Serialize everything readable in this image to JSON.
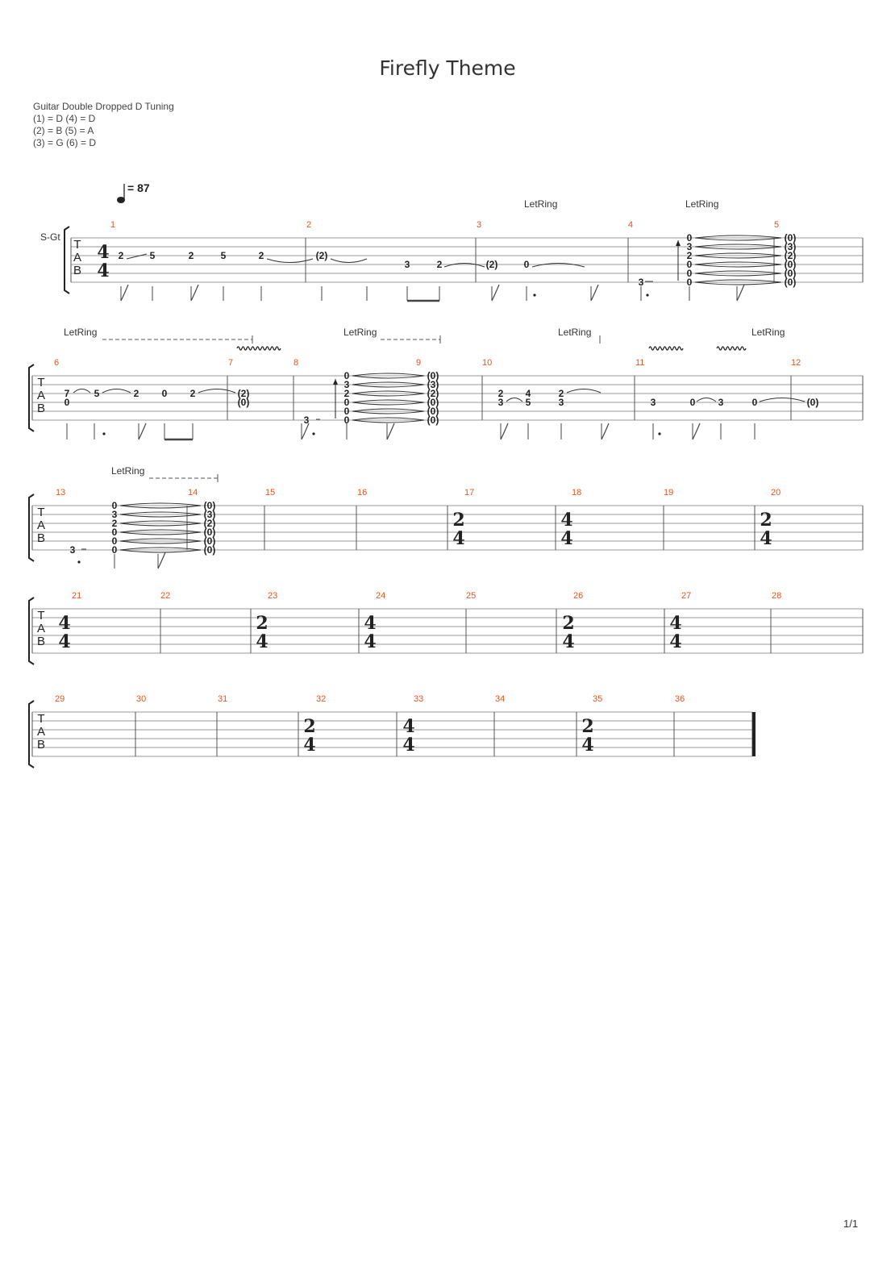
{
  "title": "Firefly Theme",
  "tuning": {
    "heading": "Guitar Double Dropped D Tuning",
    "lines": [
      "(1) = D (4) = D",
      "(2) = B (5) = A",
      "(3) = G (6) = D"
    ]
  },
  "tempo": "= 87",
  "instrument": "S-Gt",
  "let_ring_label": "LetRing",
  "tab_letters": [
    "T",
    "A",
    "B"
  ],
  "page_number": "1/1",
  "measure_numbers": [
    "1",
    "2",
    "3",
    "4",
    "5",
    "6",
    "7",
    "8",
    "9",
    "10",
    "11",
    "12",
    "13",
    "14",
    "15",
    "16",
    "17",
    "18",
    "19",
    "20",
    "21",
    "22",
    "23",
    "24",
    "25",
    "26",
    "27",
    "28",
    "29",
    "30",
    "31",
    "32",
    "33",
    "34",
    "35",
    "36"
  ],
  "time_signatures": {
    "m1": [
      "4",
      "4"
    ],
    "m17": [
      "2",
      "4"
    ],
    "m18": [
      "4",
      "4"
    ],
    "m20": [
      "2",
      "4"
    ],
    "m21": [
      "4",
      "4"
    ],
    "m23": [
      "2",
      "4"
    ],
    "m24": [
      "4",
      "4"
    ],
    "m26": [
      "2",
      "4"
    ],
    "m27": [
      "4",
      "4"
    ],
    "m32": [
      "2",
      "4"
    ],
    "m33": [
      "4",
      "4"
    ],
    "m35": [
      "2",
      "4"
    ]
  }
}
